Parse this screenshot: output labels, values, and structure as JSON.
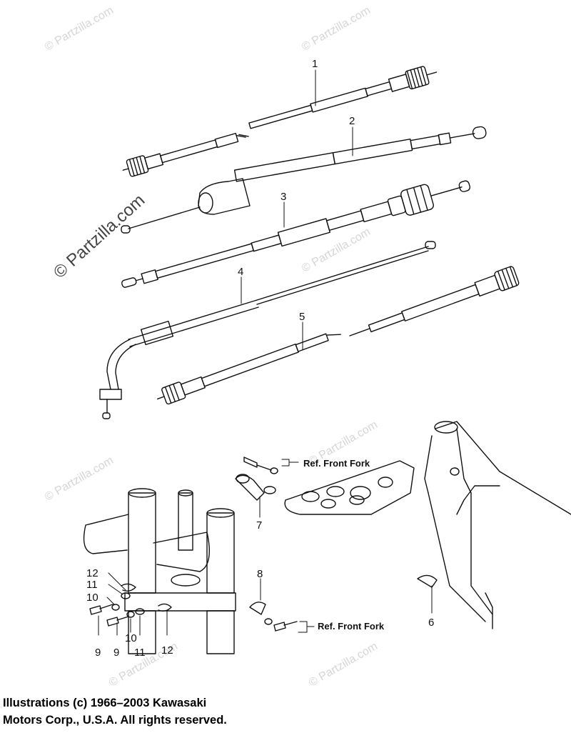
{
  "watermark": {
    "text": "© Partzilla.com",
    "logo_text": "© Partzilla.com"
  },
  "callouts": {
    "c1": "1",
    "c2": "2",
    "c3": "3",
    "c4": "4",
    "c5": "5",
    "c6": "6",
    "c7": "7",
    "c8": "8",
    "c9a": "9",
    "c9b": "9",
    "c10a": "10",
    "c10b": "10",
    "c11a": "11",
    "c11b": "11",
    "c12a": "12",
    "c12b": "12"
  },
  "references": {
    "ref_top": "Ref. Front Fork",
    "ref_bottom": "Ref. Front Fork"
  },
  "credits": {
    "line1": "Illustrations (c) 1966–2003 Kawasaki",
    "line2": "Motors Corp., U.S.A.  All rights reserved."
  },
  "colors": {
    "ink": "#111111",
    "watermark": "#d6d6d6"
  }
}
